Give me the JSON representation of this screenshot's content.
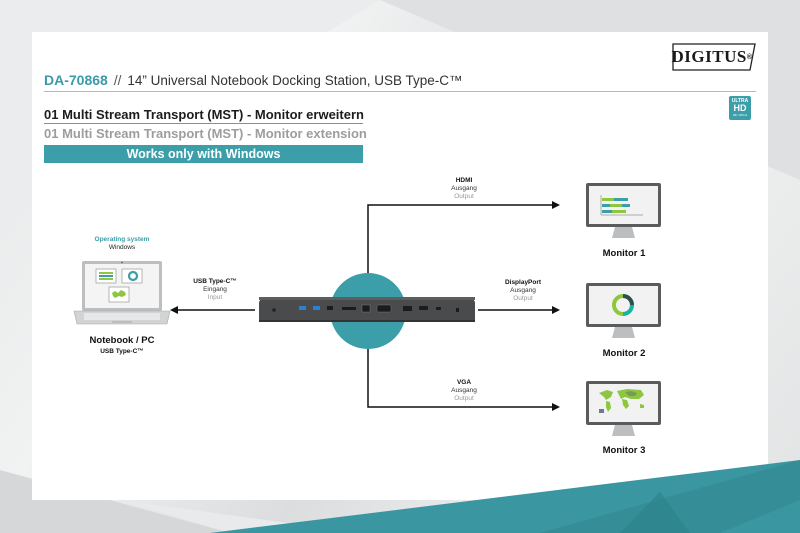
{
  "header": {
    "model": "DA-70868",
    "separator": "//",
    "product": "14” Universal Notebook Docking Station, USB Type-C™",
    "brand": "DIGITUS",
    "brand_mark": "®"
  },
  "badge": {
    "line1": "ULTRA",
    "line2": "HD",
    "line3": "4K / 30 Hz"
  },
  "section": {
    "title_de": "01 Multi Stream Transport (MST) - Monitor erweitern",
    "title_en": "01 Multi Stream Transport (MST) - Monitor extension",
    "note": "Works only with Windows"
  },
  "notebook": {
    "os_label": "Operating system",
    "os_value": "Windows",
    "name": "Notebook / PC",
    "port": "USB Type-C™"
  },
  "connections": {
    "input": {
      "name": "USB Type-C™",
      "de": "Eingang",
      "en": "Input"
    },
    "hdmi": {
      "name": "HDMI",
      "de": "Ausgang",
      "en": "Output"
    },
    "displayport": {
      "name": "DisplayPort",
      "de": "Ausgang",
      "en": "Output"
    },
    "vga": {
      "name": "VGA",
      "de": "Ausgang",
      "en": "Output"
    }
  },
  "monitors": [
    {
      "label": "Monitor 1",
      "content": "bar-chart"
    },
    {
      "label": "Monitor 2",
      "content": "donut-chart"
    },
    {
      "label": "Monitor 3",
      "content": "world-map"
    }
  ],
  "colors": {
    "accent": "#3b9ea9",
    "model": "#3a9aa8",
    "green": "#8dc63f",
    "dock": "#4a4b4d"
  }
}
